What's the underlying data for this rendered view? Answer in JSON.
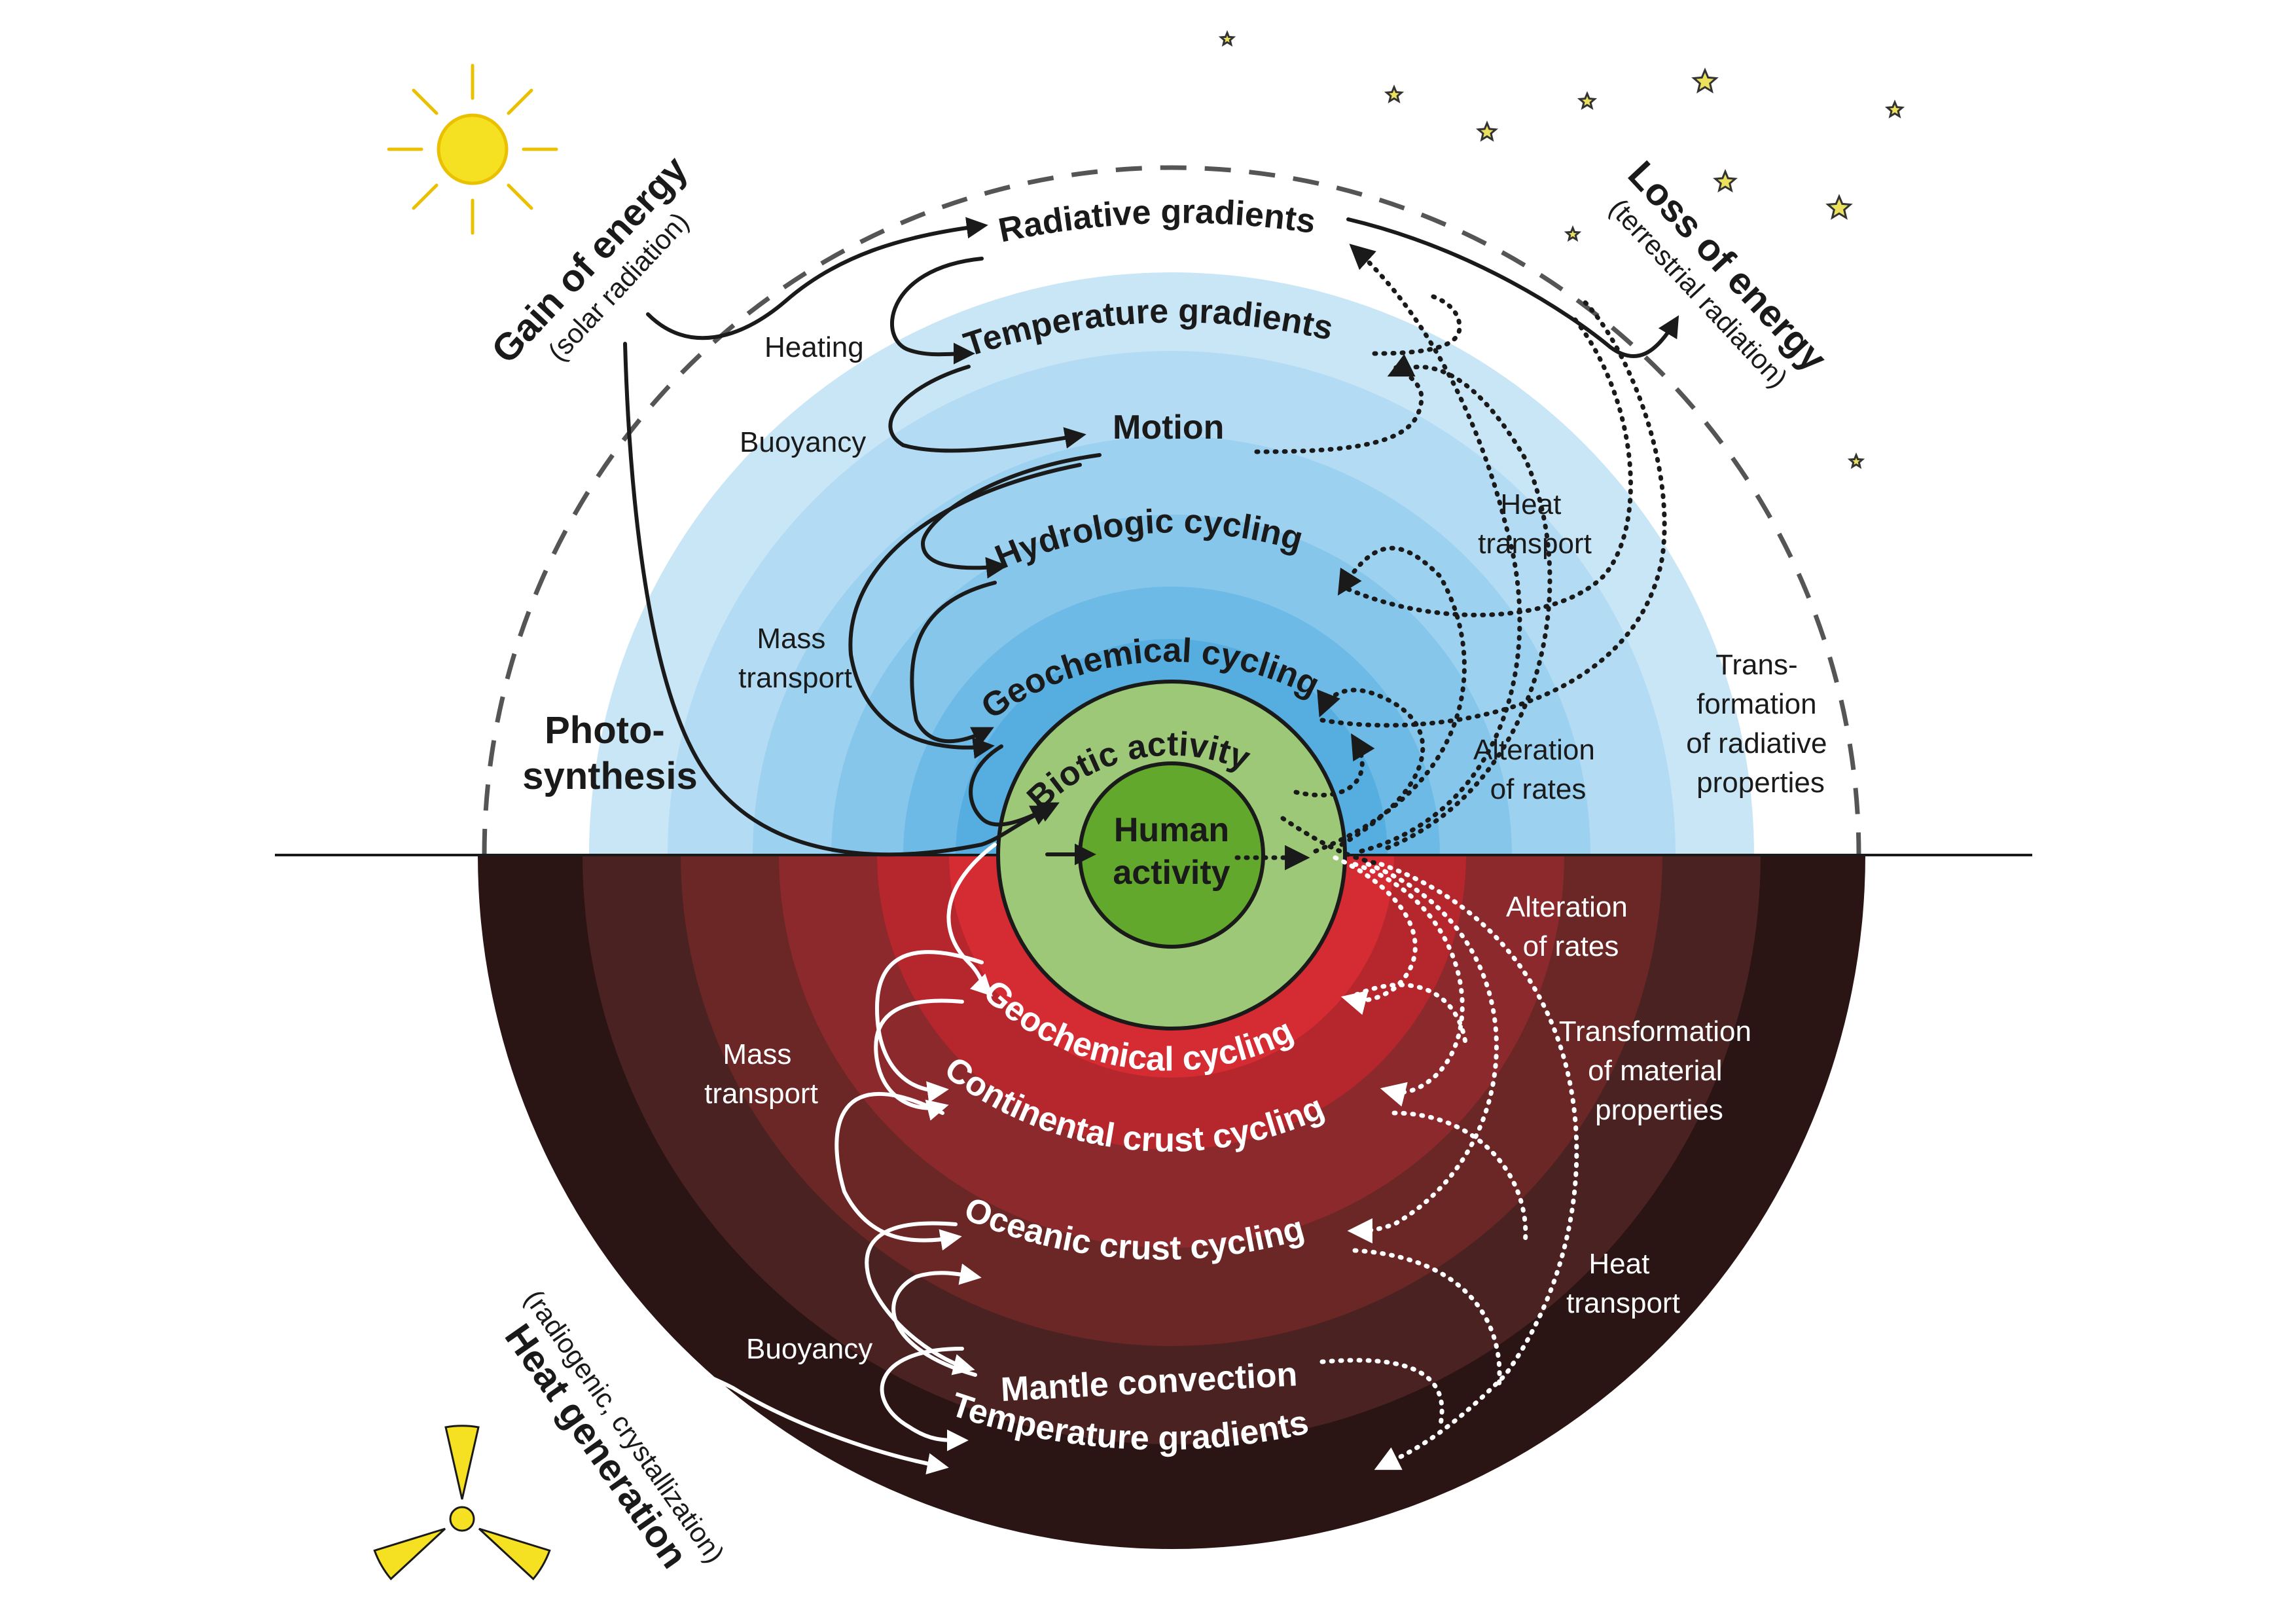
{
  "atmosphere": {
    "processes": [
      "Radiative gradients",
      "Temperature gradients",
      "Motion",
      "Hydrologic cycling",
      "Geochemical cycling",
      "Biotic activity"
    ],
    "labels": {
      "heating": "Heating",
      "buoyancy": "Buoyancy",
      "mass_transport": [
        "Mass",
        "transport"
      ],
      "heat_transport": [
        "Heat",
        "transport"
      ],
      "alteration": [
        "Alteration",
        "of rates"
      ],
      "transformation": [
        "Trans-",
        "formation",
        "of radiative",
        "properties"
      ],
      "photosynthesis": [
        "Photo-",
        "synthesis"
      ]
    }
  },
  "core": {
    "human": [
      "Human",
      "activity"
    ]
  },
  "interior": {
    "processes": [
      "Geochemical cycling",
      "Continental crust cycling",
      "Oceanic crust cycling",
      "Mantle convection",
      "Temperature gradients"
    ],
    "labels": {
      "mass_transport": [
        "Mass",
        "transport"
      ],
      "buoyancy": "Buoyancy",
      "alteration": [
        "Alteration",
        "of rates"
      ],
      "transformation": [
        "Transformation",
        "of material",
        "properties"
      ],
      "heat_transport": [
        "Heat",
        "transport"
      ]
    }
  },
  "external": {
    "gain": {
      "title": "Gain of energy",
      "subtitle": "(solar radiation)"
    },
    "loss": {
      "title": "Loss of energy",
      "subtitle": "(terrestrial radiation)"
    },
    "heat": {
      "title": "Heat generation",
      "subtitle": "(radiogenic, crystallization)"
    }
  },
  "colors": {
    "sky_outer": "#c9e6f7",
    "sky_1": "#b3dcf4",
    "sky_2": "#9dd1f0",
    "sky_3": "#86c6eb",
    "sky_4": "#6dbae6",
    "sky_5": "#55ade0",
    "earth_outer": "#2a1414",
    "earth_1": "#4a2222",
    "earth_2": "#6b2626",
    "earth_3": "#8c292c",
    "earth_4": "#b5262d",
    "earth_5": "#d52b33",
    "biotic": "#9cc877",
    "human": "#62a82c",
    "sun": "#f5e021",
    "sun_rays": "#eac100",
    "star": "#ece15c"
  },
  "icons": [
    "sun-icon",
    "star-icon",
    "radiation-icon"
  ]
}
